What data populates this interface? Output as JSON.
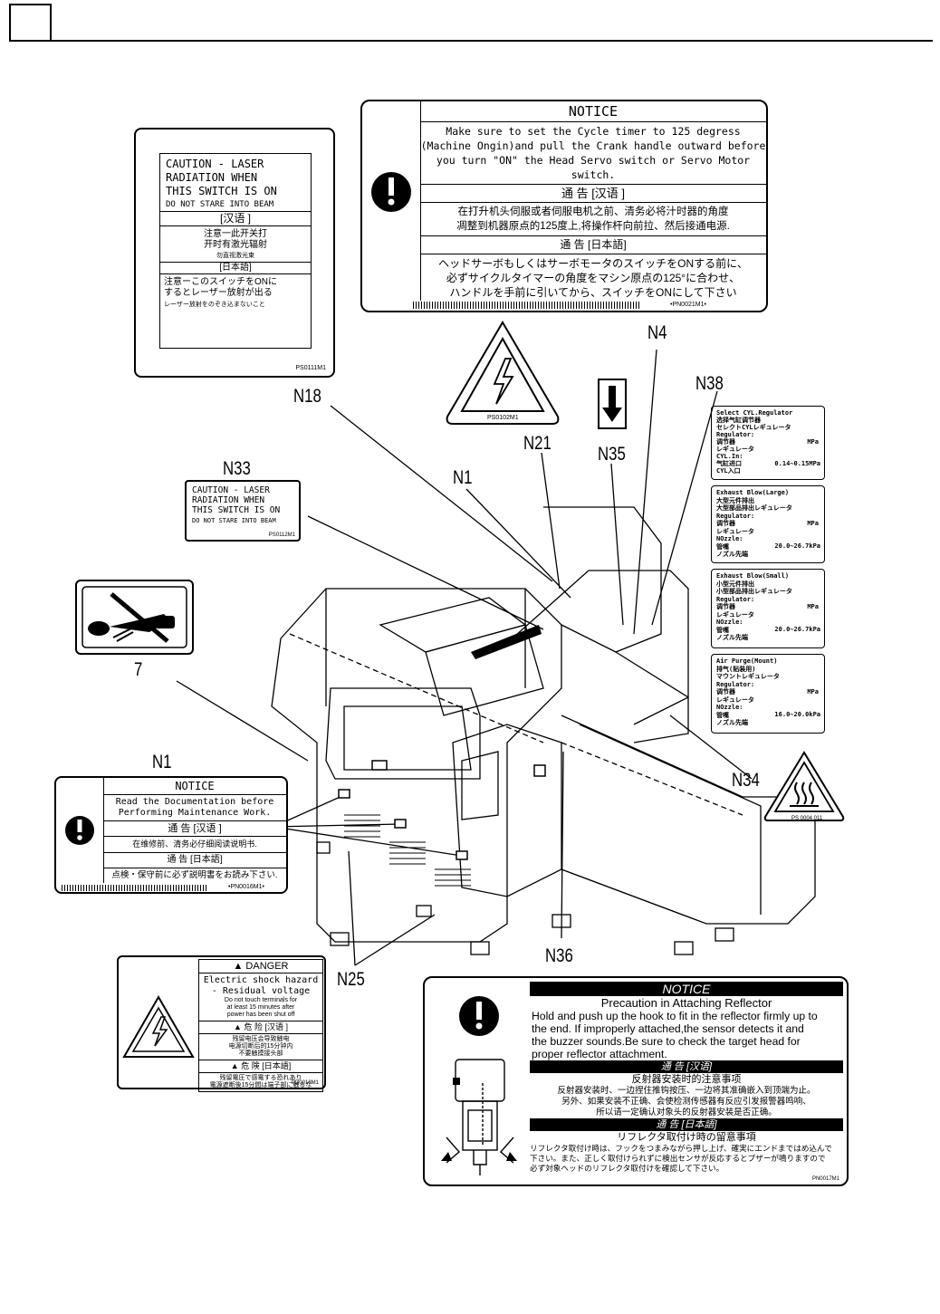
{
  "header": {
    "box_label": ""
  },
  "callouts": {
    "n1_top": "N1",
    "n4": "N4",
    "n18": "N18",
    "n21": "N21",
    "n33": "N33",
    "n35": "N35",
    "n38": "N38",
    "seven": "7",
    "n1_bottom": "N1",
    "n34": "N34",
    "n25": "N25",
    "n36": "N36"
  },
  "laser_label": {
    "en_lines": [
      "CAUTION - LASER",
      "RADIATION WHEN",
      "THIS SWITCH IS ON"
    ],
    "en_sub": "DO NOT STARE INTO BEAM",
    "zh_head": "[汉语 ]",
    "zh_lines": [
      "注意一此开关打",
      "开时有激光辐射"
    ],
    "zh_sub": "勿直视激光束",
    "ja_head": "[日本語]",
    "ja_lines": [
      "注意ーこのスイッチをONに",
      "するとレーザー放射が出る"
    ],
    "ja_sub": "レーザー放射をのぞき込まないこと",
    "code": "PS0111M1"
  },
  "notice_cycle": {
    "title": "NOTICE",
    "en_lines": [
      "Make sure to set the Cycle timer to 125 degress",
      "(Machine Ongin)and pull the Crank handle outward before",
      "you turn \"ON\" the Head Servo switch or Servo Motor switch."
    ],
    "zh_head": "通 告 [汉语 ]",
    "zh_lines": [
      "在打升机头伺服或者伺服电机之前、清务必将汁时器的角度",
      "凋整到机器原点的125度上,将操作杆向前拉、然后接通电源."
    ],
    "ja_head": "通 告 [日本語]",
    "ja_lines": [
      "ヘッドサーボもしくはサーボモータのスイッチをONする前に、",
      "必ずサイクルタイマーの角度をマシン原点の125°に合わせ、",
      "ハンドルを手前に引いてから、スイッチをONにして下さい"
    ],
    "code": "•PN0021M1•"
  },
  "hv_triangle_code": "PS0102M1",
  "small_laser": {
    "lines": [
      "CAUTION - LASER",
      "RADIATION WHEN",
      "THIS SWITCH IS ON"
    ],
    "sub": "DO NOT STARE INTO BEAM",
    "code": "PS0112M1"
  },
  "regulators": [
    {
      "lines": [
        "Select CYL.Regulator",
        "选择气缸调节器",
        "セレクトCYLレギュレータ",
        "Regulator:",
        "调节器",
        "レギュレータ",
        "CYL.In:",
        "气缸进口",
        "CYL入口"
      ],
      "v1": "MPa",
      "v2": "0.14~0.15MPa"
    },
    {
      "lines": [
        "Exhaust Blow(Large)",
        "大型元件排出",
        "大型部品排出レギュレータ",
        "Regulator:",
        "调节器",
        "レギュレータ",
        "NOzzle:",
        "管嘴",
        "ノズル先端"
      ],
      "v1": "MPa",
      "v2": "20.0~26.7kPa"
    },
    {
      "lines": [
        "Exhaust Blow(Small)",
        "小型元件排出",
        "小型部品排出レギュレータ",
        "Regulator:",
        "调节器",
        "レギュレータ",
        "NOzzle:",
        "管嘴",
        "ノズル先端"
      ],
      "v1": "MPa",
      "v2": "20.0~26.7kPa"
    },
    {
      "lines": [
        "Air Purge(Mount)",
        "排气(贴装用)",
        "マウントレギュレータ",
        "Regulator:",
        "调节器",
        "レギュレータ",
        "NOzzle:",
        "管嘴",
        "ノズル先端"
      ],
      "v1": "MPa",
      "v2": "16.0~20.0kPa"
    }
  ],
  "notice_doc": {
    "title": "NOTICE",
    "en_lines": [
      "Read the Documentation before",
      "Performing Maintenance Work."
    ],
    "zh_head": "通 告 [汉语 ]",
    "zh_line": "在维修前、清务必仔细阅读说明书.",
    "ja_head": "通 告 [日本語]",
    "ja_line": "点検・保守前に必ず説明書をお読み下さい.",
    "code": "•PN0016M1•"
  },
  "hot_surface_code": "PS 0004 011",
  "danger": {
    "title": "▲ DANGER",
    "en_lines": [
      "Electric shock hazard",
      "- Residual voltage"
    ],
    "en_sub": [
      "Do not touch terminals for",
      "at least 15 minutes after",
      "power has been shut off"
    ],
    "zh_head": "▲ 危 险 [汉语 ]",
    "zh_lines": [
      "残留电压会导致触电",
      "电源切断后的15分钟内",
      "不要触摸接头部"
    ],
    "ja_head": "▲ 危 険 [日本語]",
    "ja_lines": [
      "残留電圧で感電する恐れあり",
      "電源遮断後15分間は端子部に触るな"
    ],
    "code": "PD0018M1"
  },
  "reflector": {
    "title": "NOTICE",
    "subtitle": "Precaution in Attaching Reflector",
    "en_lines": [
      "Hold and push up the hook to fit in the reflector firmly up to",
      "the end. If improperly attached,the sensor detects it and",
      "the buzzer sounds.Be sure to check the target head for",
      "proper reflector attachment."
    ],
    "zh_head": "通 告 [汉语]",
    "zh_title": "反射器安装时的注意事项",
    "zh_lines": [
      "反射器安装时、一边捏住推钩按压、一边将其准确嵌入到顶端为止。",
      "另外、如果安装不正确、会使检测传感器有反应引发报警器鸣响、",
      "所以请一定确认对象头的反射器安装是否正确。"
    ],
    "ja_head": "通 告 [日本語]",
    "ja_title": "リフレクタ取付け時の留意事項",
    "ja_lines": [
      "リフレクタ取付け時は、フックをつまみながら押し上げ、確実にエンドまではめ込んで",
      "下さい。また、正しく取付けられずに検出センサが反応するとブザーが鳴りますので",
      "必ず対象ヘッドのリフレクタ取付けを確認して下さい。"
    ],
    "code": "PN0017M1"
  }
}
